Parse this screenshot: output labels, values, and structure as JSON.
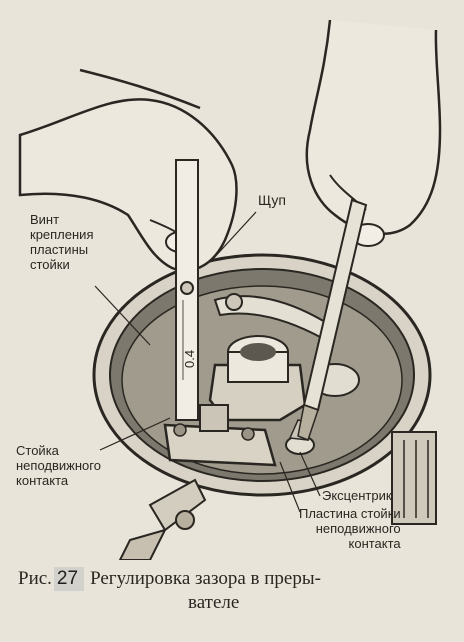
{
  "figure": {
    "labels": {
      "screw_lines": [
        "Винт",
        "крепления",
        "пластины",
        "стойки"
      ],
      "feeler_gauge": "Щуп",
      "fixed_post_lines": [
        "Стойка",
        "неподвижного",
        "контакта"
      ],
      "eccentric": "Эксцентрик",
      "post_plate_lines": [
        "Пластина стойки",
        "неподвижного",
        "контакта"
      ]
    },
    "gauge_marking": "0.4",
    "caption": {
      "prefix": "Рис.",
      "number": "27",
      "text_line1": "Регулировка зазора в преры-",
      "text_line2": "вателе"
    }
  }
}
